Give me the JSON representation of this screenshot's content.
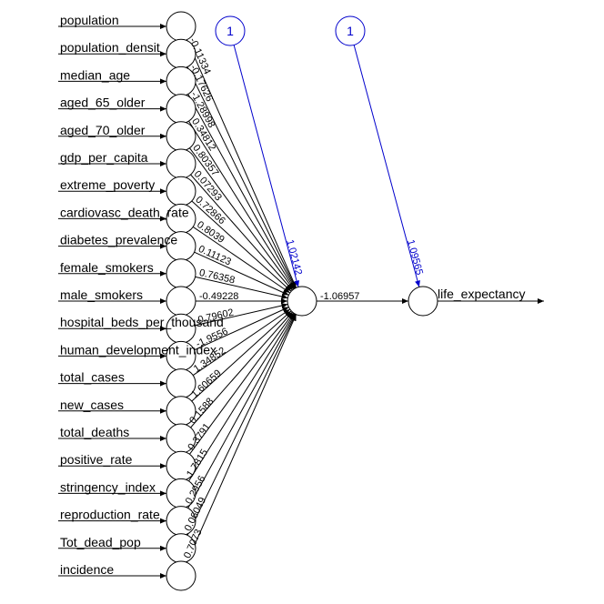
{
  "network": {
    "inputs": [
      {
        "label": "population",
        "weight": "-0.11334"
      },
      {
        "label": "population_densit",
        "weight": "-0.17626"
      },
      {
        "label": "median_age",
        "weight": "-1.28998"
      },
      {
        "label": "aged_65_older",
        "weight": "0.34812"
      },
      {
        "label": "aged_70_older",
        "weight": "0.80357"
      },
      {
        "label": "gdp_per_capita",
        "weight": "0.07293"
      },
      {
        "label": "extreme_poverty",
        "weight": "0.72866"
      },
      {
        "label": "cardiovasc_death_rate",
        "weight": "0.8039"
      },
      {
        "label": "diabetes_prevalence",
        "weight": "0.11123"
      },
      {
        "label": "female_smokers",
        "weight": "0.76358"
      },
      {
        "label": "male_smokers",
        "weight": "-0.49228"
      },
      {
        "label": "hospital_beds_per_thousand",
        "weight": "0.79602"
      },
      {
        "label": "human_development_index",
        "weight": "-1.9556"
      },
      {
        "label": "total_cases",
        "weight": "1.34852"
      },
      {
        "label": "new_cases",
        "weight": "1.60659"
      },
      {
        "label": "total_deaths",
        "weight": "0.1588"
      },
      {
        "label": "positive_rate",
        "weight": "0.3791"
      },
      {
        "label": "stringency_index",
        "weight": "1.7815"
      },
      {
        "label": "reproduction_rate",
        "weight": "0.2956"
      },
      {
        "label": "Tot_dead_pop",
        "weight": "0.06049"
      },
      {
        "label": "incidence",
        "weight": "0.7073"
      }
    ],
    "hidden_to_output_weight": "-1.06957",
    "bias_hidden": {
      "label": "1",
      "weight": "1.02142"
    },
    "bias_output": {
      "label": "1",
      "weight": "1.09565"
    },
    "output_label": "life_expectancy",
    "colors": {
      "main": "#000000",
      "bias": "#0000cc"
    }
  }
}
